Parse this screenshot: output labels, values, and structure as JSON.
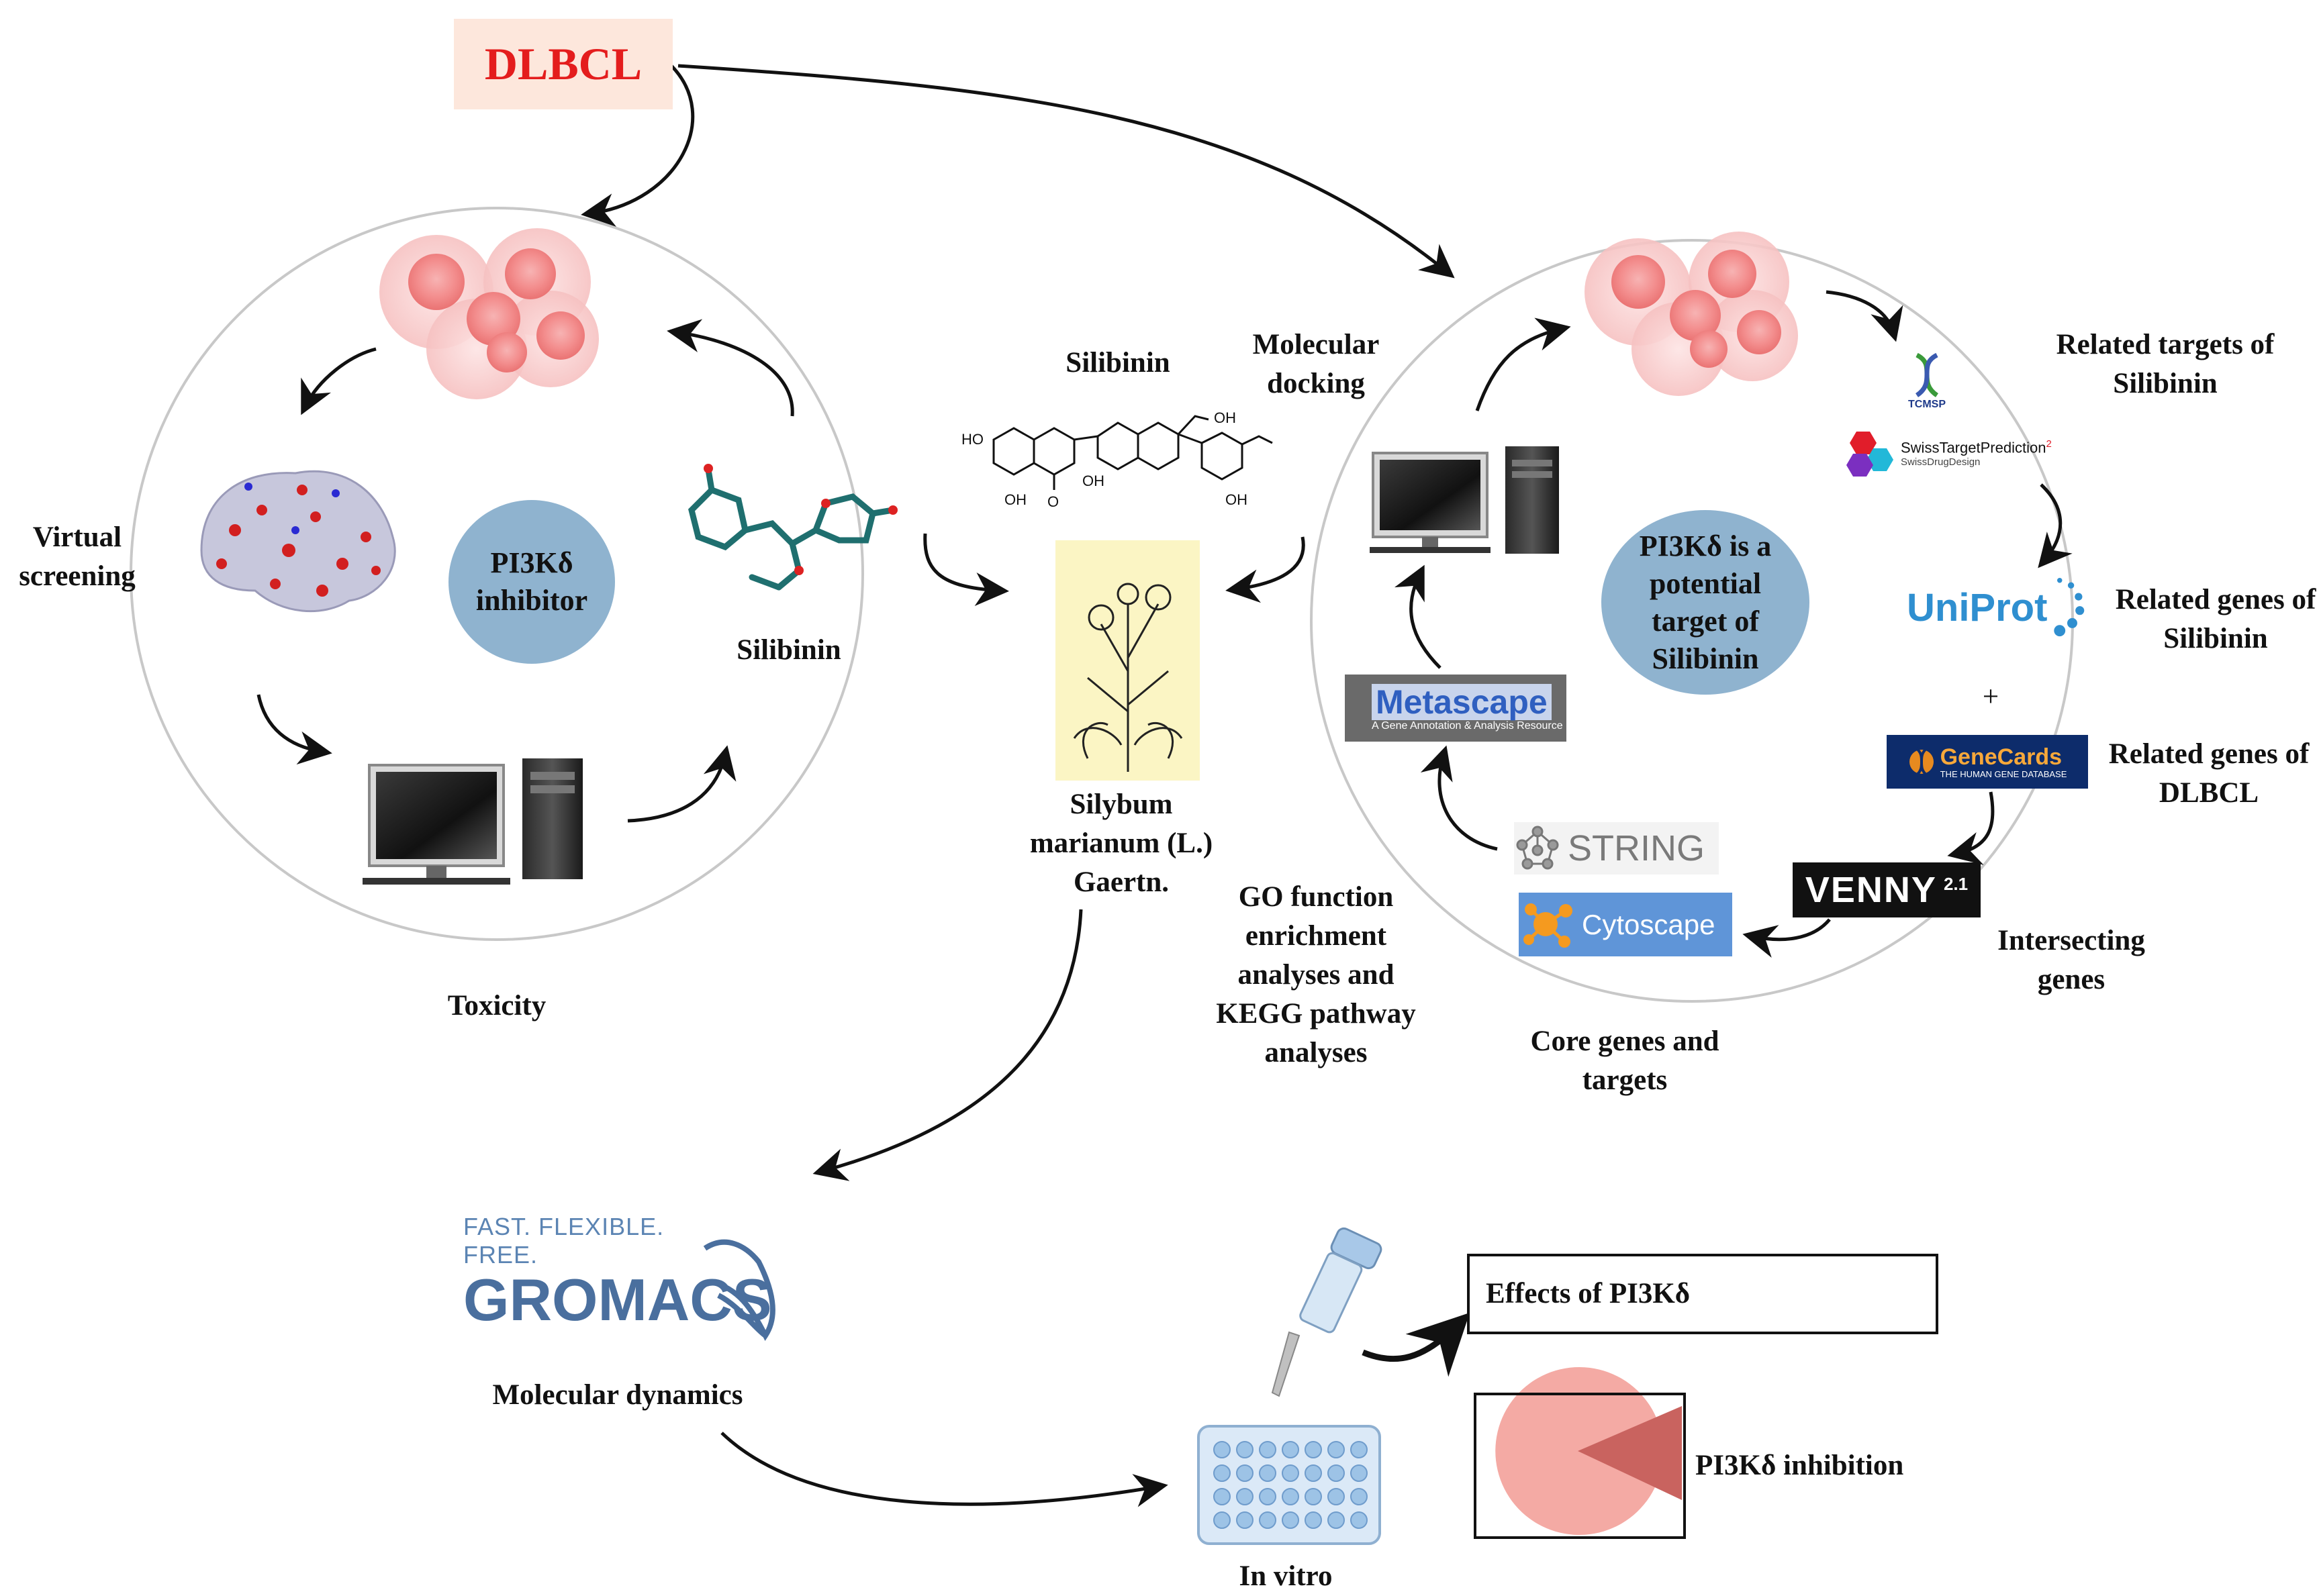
{
  "title": "DLBCL",
  "colors": {
    "title": "#e41d1d",
    "title_bg": "#fde7dc",
    "ellipse": "#8fb3cf",
    "circle_stroke": "#c8c8c8",
    "cell": "#f08a8a",
    "molecule": "#1f6f6f",
    "uniprot": "#2f8fd0",
    "genecards": "#e78a1f",
    "cytoscape": "#f59a1f",
    "pie": "#f4aaa4",
    "triangle": "#c9635f"
  },
  "left_circle": {
    "center_label": "PI3Kδ inhibitor",
    "labels": {
      "virtual_screening": "Virtual screening",
      "silibinin": "Silibinin",
      "toxicity": "Toxicity"
    }
  },
  "middle": {
    "silibinin": "Silibinin",
    "molecular_docking": "Molecular docking",
    "plant": "Silybum marianum (L.) Gaertn.",
    "molecule_groups": {
      "ho1": "HO",
      "oh1": "OH",
      "oh2": "OH",
      "oh3": "OH",
      "oh4": "OH",
      "o1": "O"
    },
    "go_kegg": "GO function enrichment analyses and KEGG pathway analyses"
  },
  "right_circle": {
    "center_label": "PI3Kδ is a potential target of Silibinin",
    "labels": {
      "related_targets": "Related targets of Silibinin",
      "related_genes_silibinin": "Related genes of Silibinin",
      "related_genes_dlbcl": "Related genes of DLBCL",
      "intersecting": "Intersecting genes",
      "core": "Core genes and targets",
      "plus": "+"
    },
    "logos": {
      "tcmsp": "TCMSP",
      "swiss": "SwissTargetPrediction",
      "swiss_sup": "2",
      "swiss_sub": "SwissDrugDesign",
      "uniprot": "UniProt",
      "genecards": "GeneCards",
      "genecards_sub": "THE HUMAN GENE DATABASE",
      "venny": "VENNY",
      "venny_ver": "2.1",
      "string": "STRING",
      "cytoscape": "Cytoscape",
      "metascape": "Metascape",
      "metascape_sub": "A Gene Annotation & Analysis Resource"
    }
  },
  "bottom": {
    "gromacs_tag": "FAST. FLEXIBLE. FREE.",
    "gromacs": "GROMACS",
    "molecular_dynamics": "Molecular dynamics",
    "in_vitro": "In vitro",
    "effects": "Effects of PI3Kδ",
    "inhibition": "PI3Kδ inhibition"
  }
}
